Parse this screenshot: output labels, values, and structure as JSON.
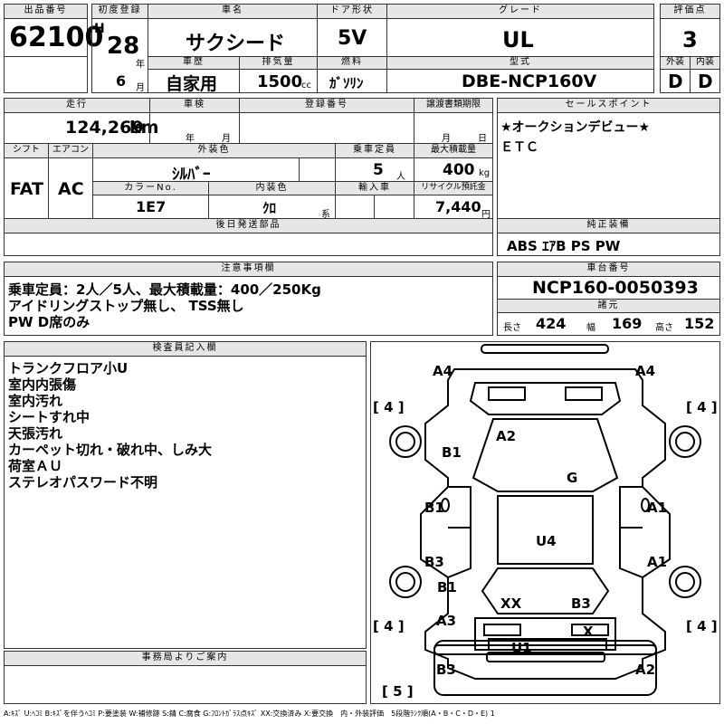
{
  "header": {
    "lot_label": "出品番号",
    "lot_number": "62100",
    "first_reg_label": "初度登録",
    "era": "H",
    "year": "28",
    "year_unit": "年",
    "month": "6",
    "month_unit": "月",
    "car_name_label": "車名",
    "car_name": "サクシード",
    "door_label": "ドア形状",
    "door": "5V",
    "grade_label": "グレード",
    "grade": "UL",
    "score_label": "評価点",
    "score": "3",
    "history_label": "車歴",
    "history": "自家用",
    "displacement_label": "排気量",
    "displacement": "1500",
    "displacement_unit": "cc",
    "fuel_label": "燃料",
    "fuel": "ｶﾞｿﾘﾝ",
    "model_label": "型式",
    "model": "DBE-NCP160V",
    "exterior_label": "外装",
    "exterior": "D",
    "interior_label": "内装",
    "interior": "D"
  },
  "specs": {
    "mileage_label": "走行",
    "mileage": "124,269",
    "mileage_unit": "km",
    "inspection_label": "車検",
    "insp_year_unit": "年",
    "insp_month_unit": "月",
    "reg_label": "登録番号",
    "transfer_label": "譲渡書類期限",
    "transfer_month_unit": "月",
    "transfer_day_unit": "日",
    "shift_label": "シフト",
    "shift": "FAT",
    "ac_label": "エアコン",
    "ac": "AC",
    "color_label": "外装色",
    "color": "ｼﾙﾊﾞｰ",
    "capacity_label": "乗車定員",
    "capacity": "5",
    "capacity_unit": "人",
    "load_label": "最大積載量",
    "load": "400",
    "load_unit": "kg",
    "color_no_label": "カラーNo.",
    "color_no": "1E7",
    "int_color_label": "内装色",
    "int_color": "ｸﾛ",
    "int_color_unit": "系",
    "import_label": "輸入車",
    "recycle_label": "リサイクル預託金",
    "recycle": "7,440",
    "recycle_unit": "円",
    "later_label": "後日発送部品"
  },
  "selling": {
    "label": "セールスポイント",
    "lines": [
      "★オークションデビュー★",
      "ＥＴＣ"
    ]
  },
  "equipment": {
    "label": "純正装備",
    "value": "ABS ｴｱB PS PW"
  },
  "notes": {
    "label": "注意事項欄",
    "lines": [
      "乗車定員：2人／5人、最大積載量：400／250Kg",
      "アイドリングストップ無し、 TSS無し",
      "PW D席のみ"
    ]
  },
  "chassis": {
    "label": "車台番号",
    "value": "NCP160-0050393",
    "dims_label": "諸元",
    "length_label": "長さ",
    "length": "424",
    "width_label": "幅",
    "width": "169",
    "height_label": "高さ",
    "height": "152"
  },
  "inspector": {
    "label": "検査員記入欄",
    "lines": [
      "トランクフロア小U",
      "室内内張傷",
      "室内汚れ",
      "シートすれ中",
      "天張汚れ",
      "カーペット切れ・破れ中、しみ大",
      "荷室ＡＵ",
      "ステレオパスワード不明"
    ]
  },
  "office": {
    "label": "事務局よりご案内"
  },
  "diagram": {
    "marks": {
      "a4_left": "A4",
      "a4_right": "A4",
      "tire_fl": "[ 4 ]",
      "tire_fr": "[ 4 ]",
      "tire_rl": "[ 4 ]",
      "tire_rr": "[ 4 ]",
      "spare": "[ 5 ]",
      "a2_hood": "A2",
      "b1_fender_l": "B1",
      "g_glass": "G",
      "b1_door_l": "B1",
      "a1_door_r": "A1",
      "u4_roof": "U4",
      "b3_door_l": "B3",
      "a1_door_r2": "A1",
      "b1_rear_l": "B1",
      "xx_rear": "XX",
      "b3_rear": "B3",
      "a3_rear_l": "A3",
      "x_rear": "X",
      "u1_bumper": "U1",
      "b3_bottom": "B3",
      "a2_bottom": "A2"
    }
  },
  "legend": "A:ｷｽﾞ U:ﾍｺﾐ B:ｷｽﾞを伴うﾍｺﾐ P:要塗装 W:補修跡 S:錆 C:腐食 G:ﾌﾛﾝﾄｶﾞﾗｽ点ｷｽﾞ XX:交換済み X:要交換　内・外装評価　5段階ﾗﾝｸ順(A・B・C・D・E) 1"
}
